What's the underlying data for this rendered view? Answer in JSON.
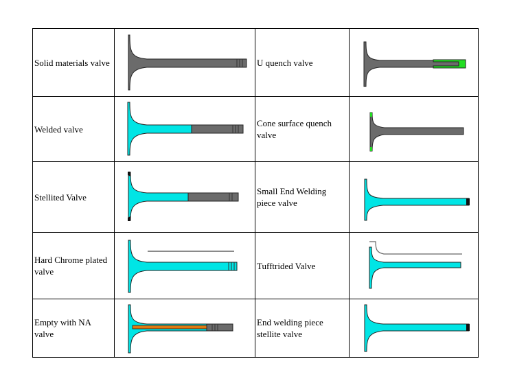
{
  "rows": [
    {
      "left": {
        "label": "Solid materials valve",
        "icon": "solid-valve-icon"
      },
      "right": {
        "label": "U quench valve",
        "icon": "u-quench-valve-icon"
      }
    },
    {
      "left": {
        "label": "Welded valve",
        "icon": "welded-valve-icon"
      },
      "right": {
        "label": "Cone surface quench valve",
        "icon": "cone-quench-valve-icon"
      }
    },
    {
      "left": {
        "label": "Stellited Valve",
        "icon": "stellited-valve-icon"
      },
      "right": {
        "label": "Small End Welding piece valve",
        "icon": "small-end-welding-valve-icon"
      }
    },
    {
      "left": {
        "label": "Hard Chrome plated valve",
        "icon": "chrome-plated-valve-icon"
      },
      "right": {
        "label": "Tufftrided Valve",
        "icon": "tufftrided-valve-icon"
      }
    },
    {
      "left": {
        "label": "Empty with NA valve",
        "icon": "na-filled-valve-icon"
      },
      "right": {
        "label": "End welding piece stellite valve",
        "icon": "end-welding-stellite-valve-icon"
      }
    }
  ],
  "colors": {
    "gray": "#6b6b6b",
    "cyan": "#00e5e5",
    "green": "#22dd22",
    "orange": "#e07a10",
    "outline": "#222222"
  }
}
